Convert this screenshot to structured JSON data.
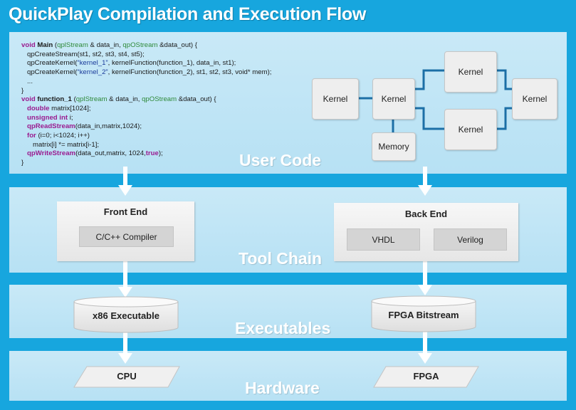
{
  "title": "QuickPlay Compilation and Execution Flow",
  "bands": {
    "user_code": "User Code",
    "tool_chain": "Tool Chain",
    "executables": "Executables",
    "hardware": "Hardware"
  },
  "code": {
    "l1": {
      "a": "void ",
      "b": "Main",
      "c": " (",
      "d": "qplStream",
      "e": " & data_in, ",
      "f": "qpOStream",
      "g": " &data_out) {"
    },
    "l2": "qpCreateStream(st1, st2, st3, st4, st5);",
    "l3": {
      "a": "qpCreateKernel(",
      "b": "“kernel_1”",
      "c": ", kernelFunction(function_1), data_in, st1);"
    },
    "l4": {
      "a": "qpCreateKernel(",
      "b": "“kernel_2”",
      "c": ", kernelFunction(function_2), st1, st2, st3, void* mem);"
    },
    "l5": "...",
    "l6": "}",
    "l7": {
      "a": "void ",
      "b": "function_1",
      "c": " (",
      "d": "qplStream",
      "e": " & data_in, ",
      "f": "qpOStream",
      "g": " &data_out) {"
    },
    "l8": {
      "a": "double",
      "b": " matrix[1024];"
    },
    "l9": {
      "a": "unsigned int",
      "b": " i;"
    },
    "l10": {
      "a": "qpReadStream",
      "b": "(data_in,matrix,1024);"
    },
    "l11": {
      "a": "for",
      "b": " (i=0; i<1024; i++)"
    },
    "l12": "matrix[i] *= matrix[i-1];",
    "l13": {
      "a": "qpWriteStream",
      "b": "(data_out,matrix, 1024,",
      "c": "true",
      "d": ");"
    },
    "l14": "}"
  },
  "kernel_graph": {
    "kernel_left": "Kernel",
    "kernel_center": "Kernel",
    "kernel_top": "Kernel",
    "kernel_bottom": "Kernel",
    "kernel_right": "Kernel",
    "memory": "Memory"
  },
  "front_end": {
    "title": "Front End",
    "compiler": "C/C++ Compiler"
  },
  "back_end": {
    "title": "Back End",
    "vhdl": "VHDL",
    "verilog": "Verilog"
  },
  "executables": {
    "x86": "x86 Executable",
    "fpga_bitstream": "FPGA Bitstream"
  },
  "hardware": {
    "cpu": "CPU",
    "fpga": "FPGA"
  },
  "colors": {
    "background": "#17a6de",
    "band": "#c4e6f6",
    "connector": "#1c6fa6",
    "code_keyword": "#9a1b8f",
    "code_type": "#2f8a3a"
  }
}
